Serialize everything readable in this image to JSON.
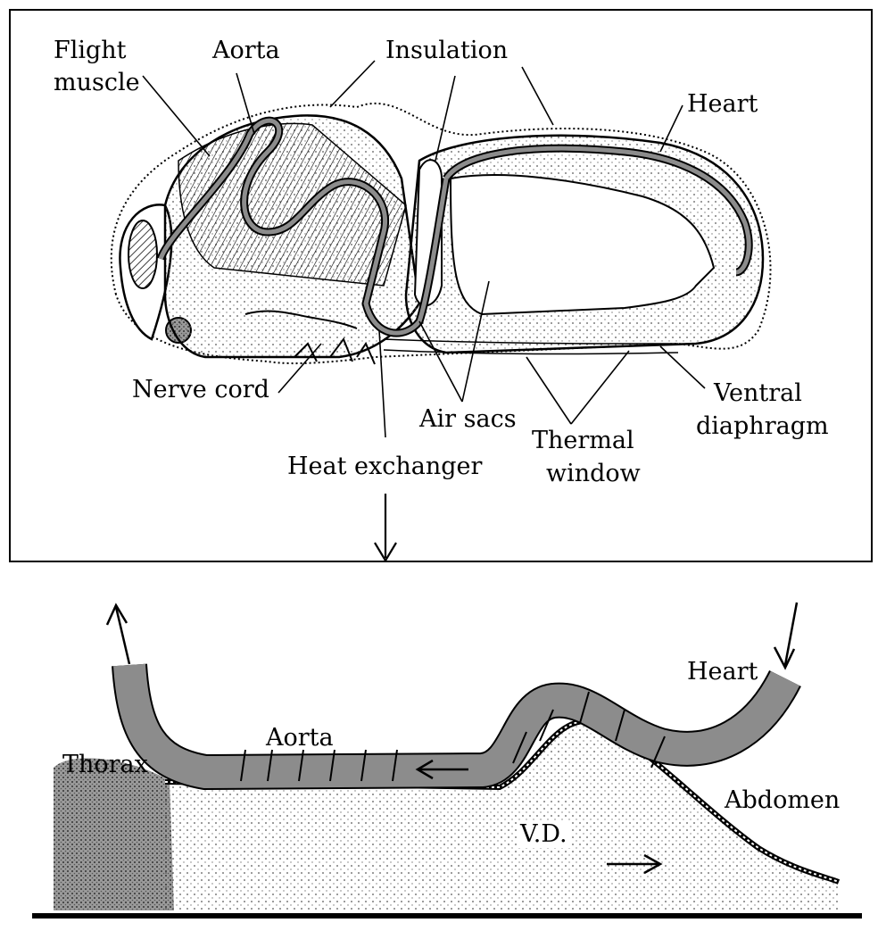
{
  "top_labels": {
    "flight_muscle_1": "Flight",
    "flight_muscle_2": "muscle",
    "aorta": "Aorta",
    "insulation": "Insulation",
    "heart": "Heart",
    "nerve_cord": "Nerve cord",
    "air_sacs": "Air sacs",
    "ventral_diaphragm_1": "Ventral",
    "ventral_diaphragm_2": "diaphragm",
    "thermal_window_1": "Thermal",
    "thermal_window_2": "window",
    "heat_exchanger": "Heat exchanger"
  },
  "bottom_labels": {
    "heart": "Heart",
    "aorta": "Aorta",
    "thorax": "Thorax",
    "abdomen": "Abdomen",
    "vd": "V.D."
  },
  "colors": {
    "ink": "#000000",
    "vessel_fill": "#8c8c8c",
    "stipple": "#b0b0b0",
    "paper": "#ffffff"
  }
}
